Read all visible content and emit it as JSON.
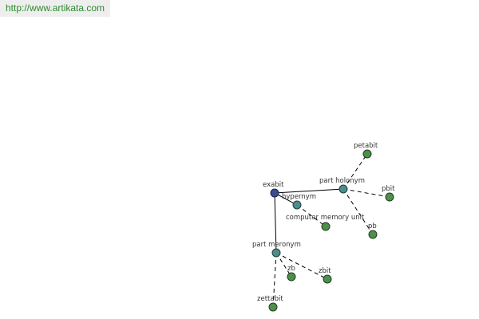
{
  "banner": {
    "url": "http://www.artikata.com"
  },
  "graph": {
    "root": "exabit",
    "relations": {
      "hypernym": "hypernym",
      "part_holonym": "part holonym",
      "part_meronym": "part meronym"
    },
    "leaves": {
      "computer_memory_unit": "computer memory unit",
      "petabit": "petabit",
      "pbit": "pbit",
      "pb": "pb",
      "zb": "zb",
      "zbit": "zbit",
      "zettabit": "zettabit"
    },
    "colors": {
      "root": "#3f4a8f",
      "relation": "#4d8c8a",
      "leaf": "#4f8f4a",
      "banner_text": "#2e8b2e",
      "banner_bg": "#eeeeee"
    }
  }
}
